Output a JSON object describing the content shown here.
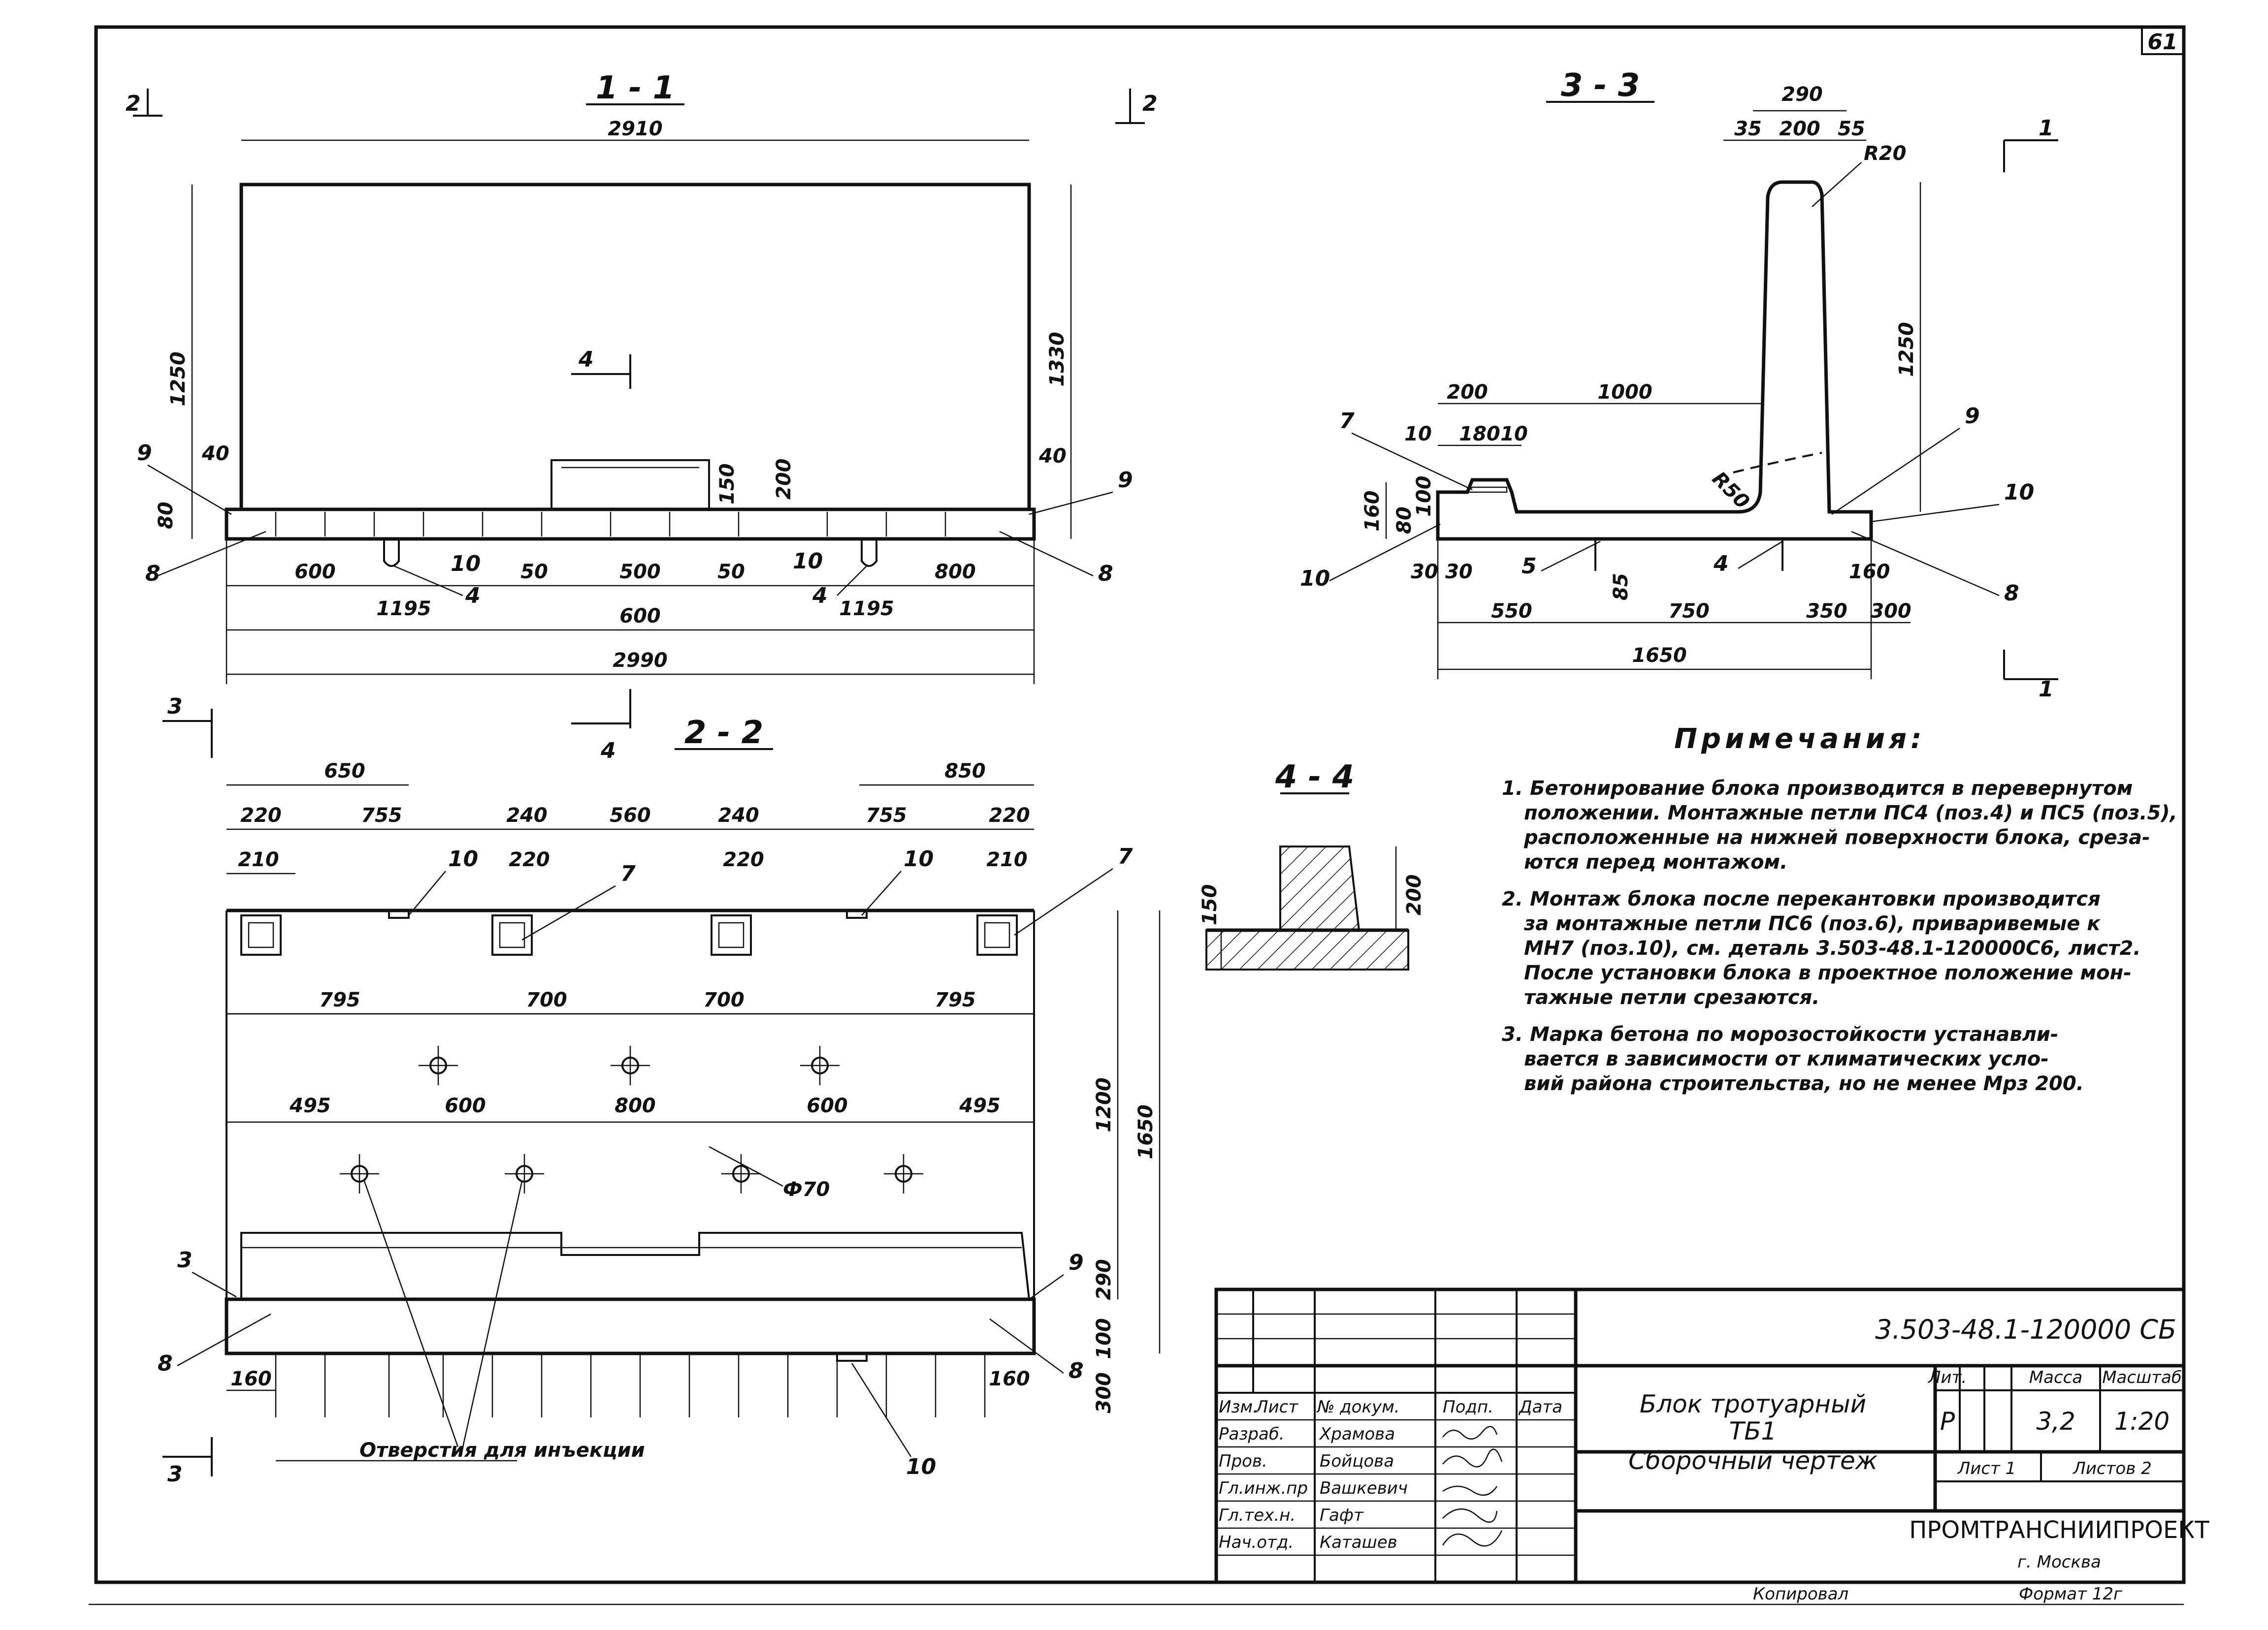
{
  "sheet": {
    "sheet_number": "61",
    "copied_by_label": "Копировал",
    "format_label": "Формат 12г"
  },
  "sections": {
    "s11": "1 - 1",
    "s33": "3 - 3",
    "s22": "2 - 2",
    "s44": "4 - 4",
    "cut_markers": {
      "c2": "2",
      "c3": "3",
      "c4": "4",
      "c1": "1"
    }
  },
  "view_1_1": {
    "dims": [
      "2910",
      "1250",
      "1330",
      "40",
      "40",
      "80",
      "150",
      "200",
      "600",
      "50",
      "500",
      "50",
      "800",
      "600",
      "1195",
      "1195",
      "2990"
    ],
    "positions": [
      "9",
      "8",
      "10",
      "4",
      "10",
      "4",
      "9",
      "8"
    ]
  },
  "view_3_3": {
    "dims": [
      "290",
      "35",
      "200",
      "55",
      "R20",
      "1250",
      "200",
      "1000",
      "10",
      "180",
      "10",
      "160",
      "80",
      "100",
      "R50",
      "30",
      "30",
      "85",
      "550",
      "750",
      "350",
      "300",
      "160",
      "1650"
    ],
    "positions": [
      "7",
      "9",
      "10",
      "10",
      "5",
      "4",
      "8"
    ]
  },
  "view_2_2": {
    "dims": [
      "650",
      "850",
      "220",
      "755",
      "240",
      "560",
      "240",
      "755",
      "220",
      "210",
      "220",
      "220",
      "210",
      "795",
      "700",
      "700",
      "795",
      "495",
      "600",
      "800",
      "600",
      "495",
      "Ф70",
      "1200",
      "1650",
      "290",
      "100",
      "300",
      "160",
      "160"
    ],
    "positions": [
      "10",
      "7",
      "10",
      "7",
      "3",
      "9",
      "8",
      "8",
      "10"
    ],
    "injection_holes_label": "Отверстия для инъекции"
  },
  "view_4_4": {
    "dims": [
      "150",
      "200"
    ]
  },
  "notes": {
    "title": "Примечания:",
    "items": [
      "1. Бетонирование блока производится в перевернутом",
      "положении. Монтажные петли ПС4 (поз.4) и ПС5 (поз.5),",
      "расположенные на нижней поверхности блока, среза-",
      "ются перед монтажом.",
      "2. Монтаж блока после перекантовки производится",
      "за монтажные петли ПС6 (поз.6), приваривемые к",
      "МН7 (поз.10), см. деталь 3.503-48.1-120000С6, лист2.",
      "После установки блока в проектное положение мон-",
      "тажные петли срезаются.",
      "3. Марка бетона по морозостойкости устанавли-",
      "вается в зависимости от климатических усло-",
      "вий района строительства, но не менее Мрз 200."
    ]
  },
  "title_block": {
    "doc_code": "3.503-48.1-120000 СБ",
    "name_line1": "Блок тротуарный",
    "name_line2": "ТБ1",
    "name_line3": "Сборочный чертеж",
    "head": [
      "Изм.",
      "Лист",
      "№ докум.",
      "Подп.",
      "Дата"
    ],
    "roles": [
      "Разраб.",
      "Пров.",
      "Гл.инж.пр",
      "Гл.тех.н.",
      "Нач.отд."
    ],
    "people": [
      "Храмова",
      "Бойцова",
      "Вашкевич",
      "Гафт",
      "Каташев"
    ],
    "lit_label": "Лит.",
    "mass_label": "Масса",
    "scale_label": "Масштаб",
    "lit_value": "Р",
    "mass_value": "3,2",
    "scale_value": "1:20",
    "sheet_label": "Лист 1",
    "sheets_label": "Листов 2",
    "org": "ПРОМТРАНСНИИПРОЕКТ",
    "city": "г. Москва"
  }
}
